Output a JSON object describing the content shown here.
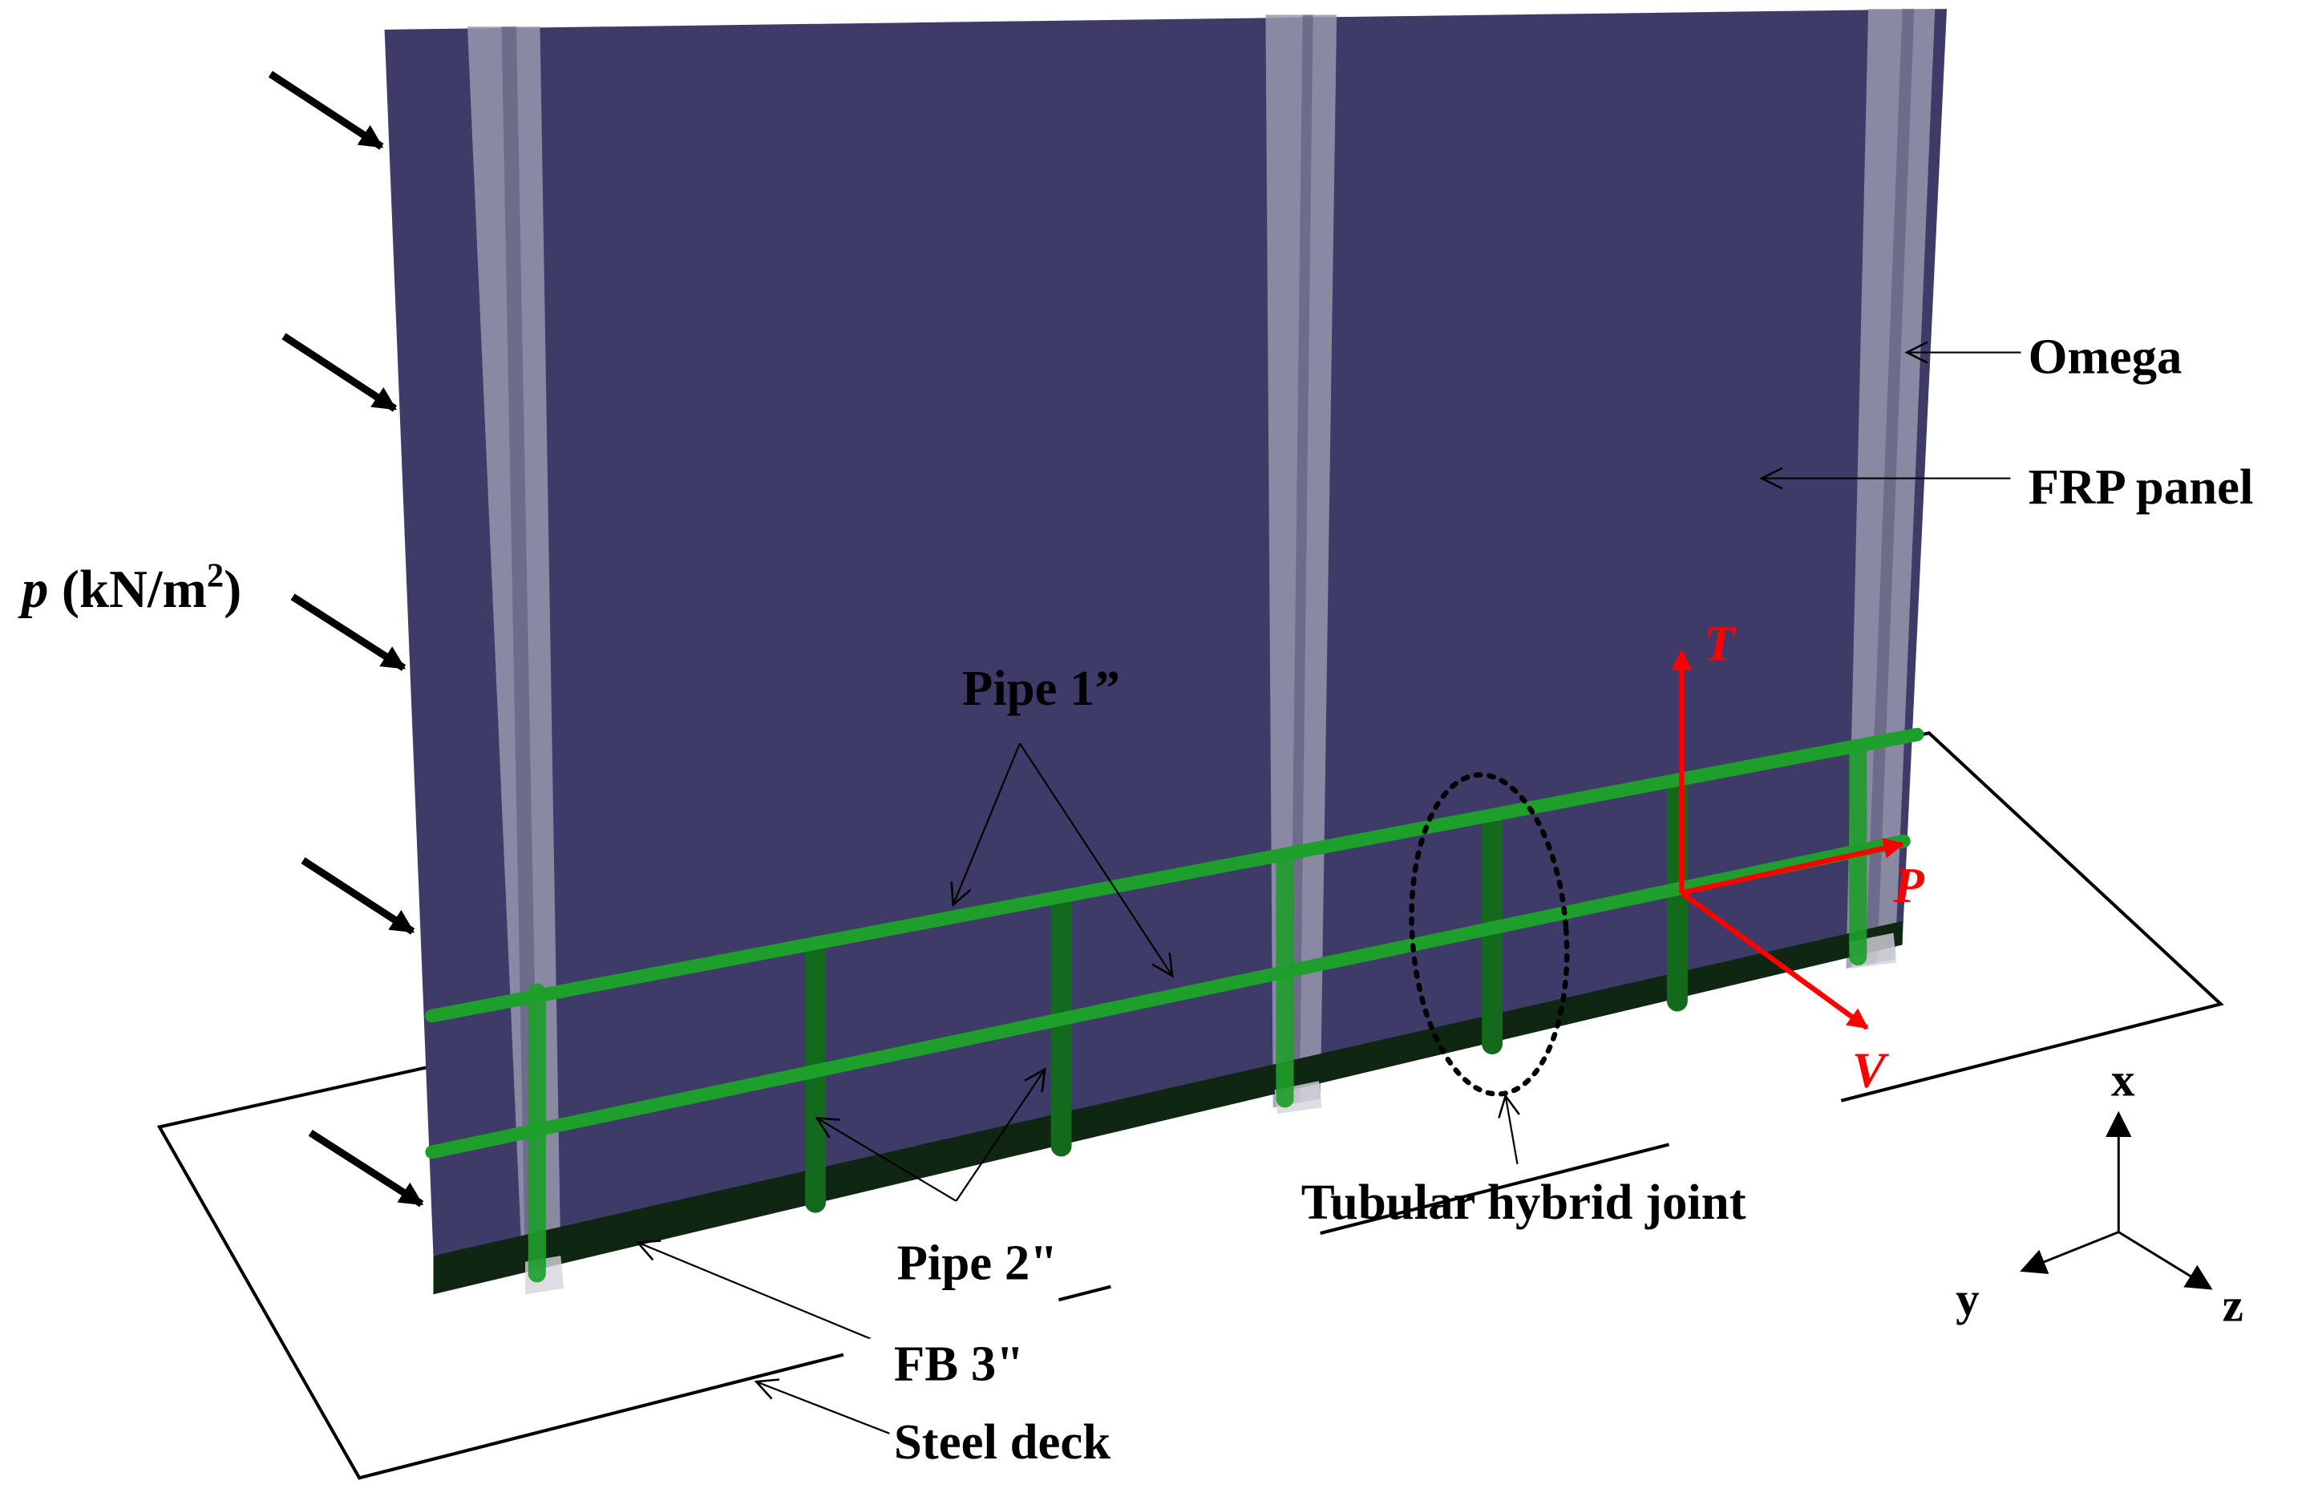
{
  "labels": {
    "omega": "Omega",
    "frp_panel": "FRP panel",
    "pressure_symbol": "p",
    "pressure_units_open": " (kN/m",
    "pressure_units_sup": "2",
    "pressure_units_close": ")",
    "pipe1": "Pipe 1”",
    "pipe2": "Pipe 2\"",
    "fb3": "FB 3\"",
    "steel_deck": "Steel deck",
    "tubular_joint": "Tubular hybrid joint",
    "force_t": "T",
    "force_p": "P",
    "force_v": "V",
    "axis_x": "x",
    "axis_y": "y",
    "axis_z": "z"
  },
  "colors": {
    "panel": "#3e3b69",
    "omega": "#9898ae",
    "rail": "#1e9e2a",
    "post": "#136a1d",
    "flat_bar": "#0e2612",
    "force_arrow": "#ff0000",
    "line": "#000000"
  }
}
